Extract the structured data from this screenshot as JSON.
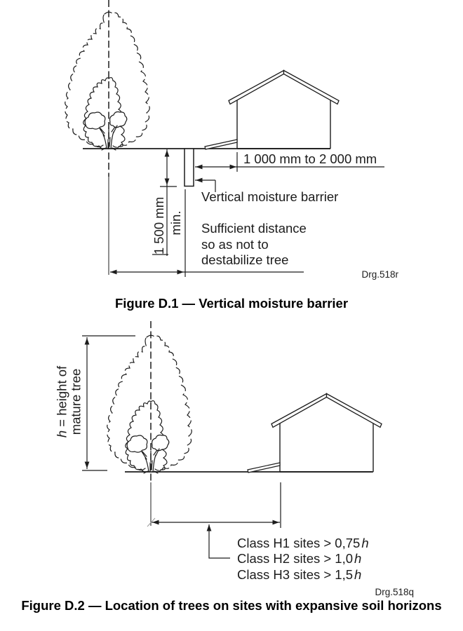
{
  "page": {
    "background": "#ffffff",
    "line_color": "#1c1c1c"
  },
  "figure_d1": {
    "caption": "Figure D.1 — Vertical moisture barrier",
    "drawing_ref": "Drg.518r",
    "dim_distance_range": "1 000 mm to 2 000 mm",
    "dim_depth_value": "1 500 mm",
    "dim_depth_min": "min.",
    "label_barrier": "Vertical moisture barrier",
    "note_lines": [
      "Sufficient distance",
      "so as not to",
      "destabilize tree"
    ]
  },
  "figure_d2": {
    "caption": "Figure D.2 — Location of trees on sites with expansive soil horizons",
    "drawing_ref": "Drg.518q",
    "height_label": {
      "var": "h",
      "line1_rest": " = height of",
      "line2": "mature tree"
    },
    "site_classes": [
      {
        "text": "Class H1 sites > 0,75",
        "var": "h"
      },
      {
        "text": "Class H2 sites > 1,0",
        "var": "h"
      },
      {
        "text": "Class H3 sites > 1,5",
        "var": "h"
      }
    ]
  }
}
